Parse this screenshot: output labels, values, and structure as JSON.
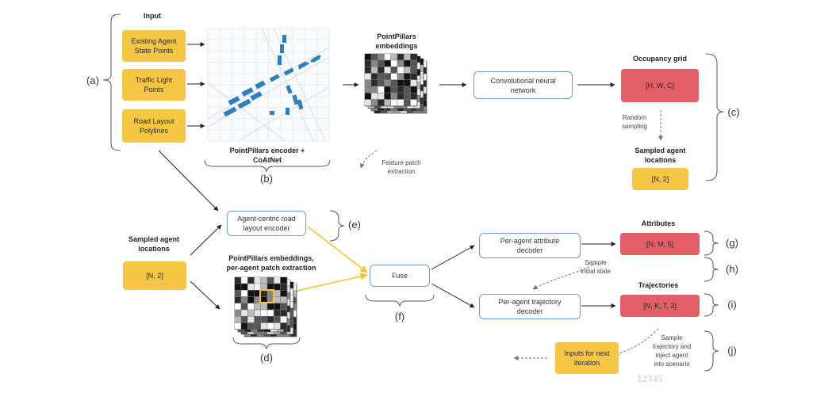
{
  "input": {
    "title": "Input",
    "items": [
      "Existing Agent\nState Points",
      "Traffic Light\nPoints",
      "Road Layout\nPolylines"
    ]
  },
  "encoder": {
    "label": "PointPillars encoder +\nCoAtNet"
  },
  "embeddings": {
    "label": "PointPillars\nembeddings"
  },
  "cnn": {
    "label": "Convolutional neural\nnetwork"
  },
  "occupancy": {
    "title": "Occupancy grid",
    "shape": "[H, W, C]"
  },
  "random_sampling": "Random\nsampling",
  "sampled_top": {
    "title": "Sampled agent\nlocations",
    "shape": "[N, 2]"
  },
  "feature_patch": "Feature patch\nextraction",
  "sampled_left": {
    "title": "Sampled agent\nlocations",
    "shape": "[N, 2]"
  },
  "road_encoder": "Agent-centric road\nlayout encoder",
  "patch_embeddings": {
    "label": "PointPillars embeddings,\nper-agent patch extraction"
  },
  "fuse": "Fuse",
  "attr_decoder": "Per-agent attribute\ndecoder",
  "traj_decoder": "Per-agent trajectory\ndecoder",
  "attributes": {
    "title": "Attributes",
    "shape": "[N, M, 5]"
  },
  "trajectories": {
    "title": "Trajectories",
    "shape": "[N, K, T, 2]"
  },
  "sample_initial": "Sample\ninitial state",
  "sample_traj": "Sample\ntrajectory and\ninject agent\ninto scenario",
  "next_iter": "Inputs for next\niteration",
  "tags": {
    "a": "(a)",
    "b": "(b)",
    "c": "(c)",
    "d": "(d)",
    "e": "(e)",
    "f": "(f)",
    "g": "(g)",
    "h": "(h)",
    "i": "(i)",
    "j": "(j)"
  },
  "watermark": "12345",
  "colors": {
    "yellow": "#f6c744",
    "red": "#e25f67",
    "blue_border": "#6f9bd6",
    "road_blue": "#2f7fbf",
    "arrow": "#222222",
    "highlight": "#f2c531"
  }
}
